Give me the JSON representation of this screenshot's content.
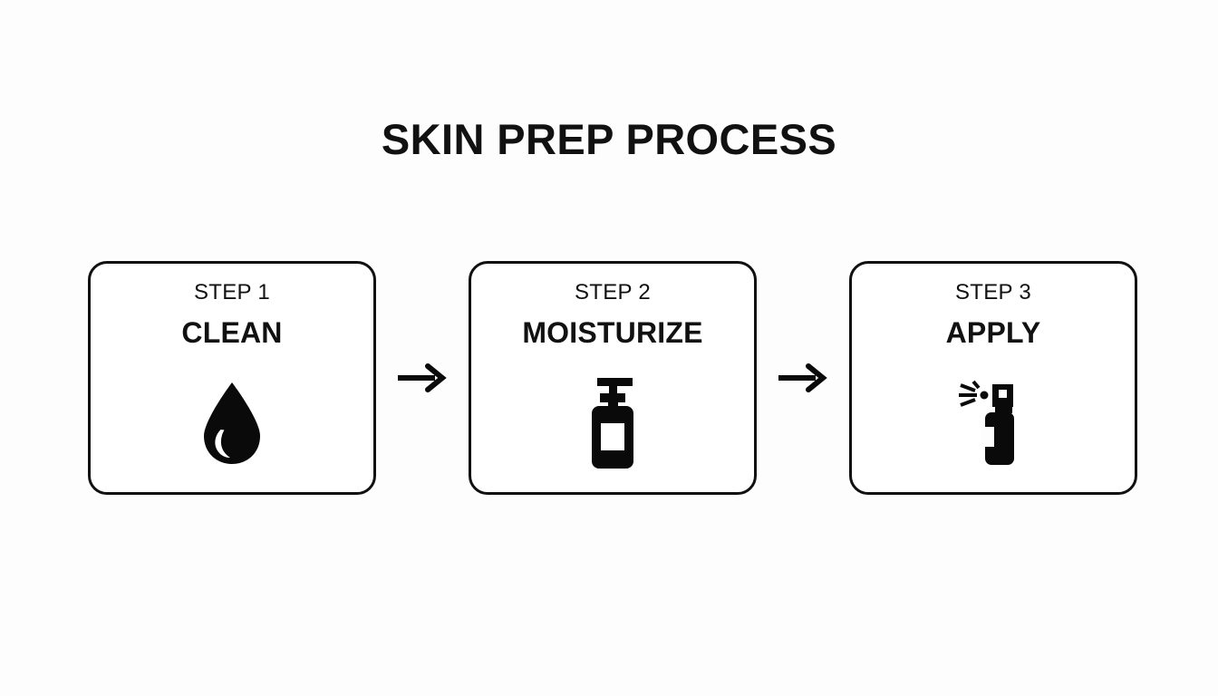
{
  "page": {
    "title": "SKIN PREP PROCESS",
    "background_color": "#fdfdfd",
    "ink_color": "#111111",
    "card_fill_color": "#ffffff"
  },
  "flow": {
    "steps": [
      {
        "eyebrow": "STEP 1",
        "label": "CLEAN",
        "icon": "water-droplet-icon"
      },
      {
        "eyebrow": "STEP 2",
        "label": "MOISTURIZE",
        "icon": "lotion-pump-bottle-icon"
      },
      {
        "eyebrow": "STEP 3",
        "label": "APPLY",
        "icon": "spray-can-icon"
      }
    ],
    "connectors": [
      {
        "icon": "arrow-right-icon"
      },
      {
        "icon": "arrow-right-icon"
      }
    ]
  }
}
